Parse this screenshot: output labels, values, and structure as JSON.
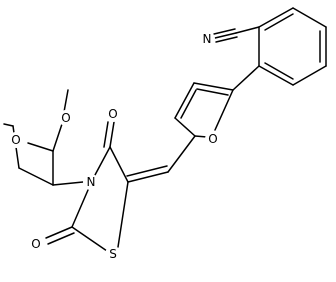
{
  "atoms": {
    "nitrile_n": "N",
    "ester_o_methoxy": "O",
    "ester_o_carbonyl": "O",
    "ring_o4": "O",
    "ring_n": "N",
    "ring_s": "S",
    "ring_o2": "O",
    "furan_o": "O"
  },
  "colors": {
    "bond": "#000000",
    "label": "#000000",
    "background": "#ffffff"
  }
}
